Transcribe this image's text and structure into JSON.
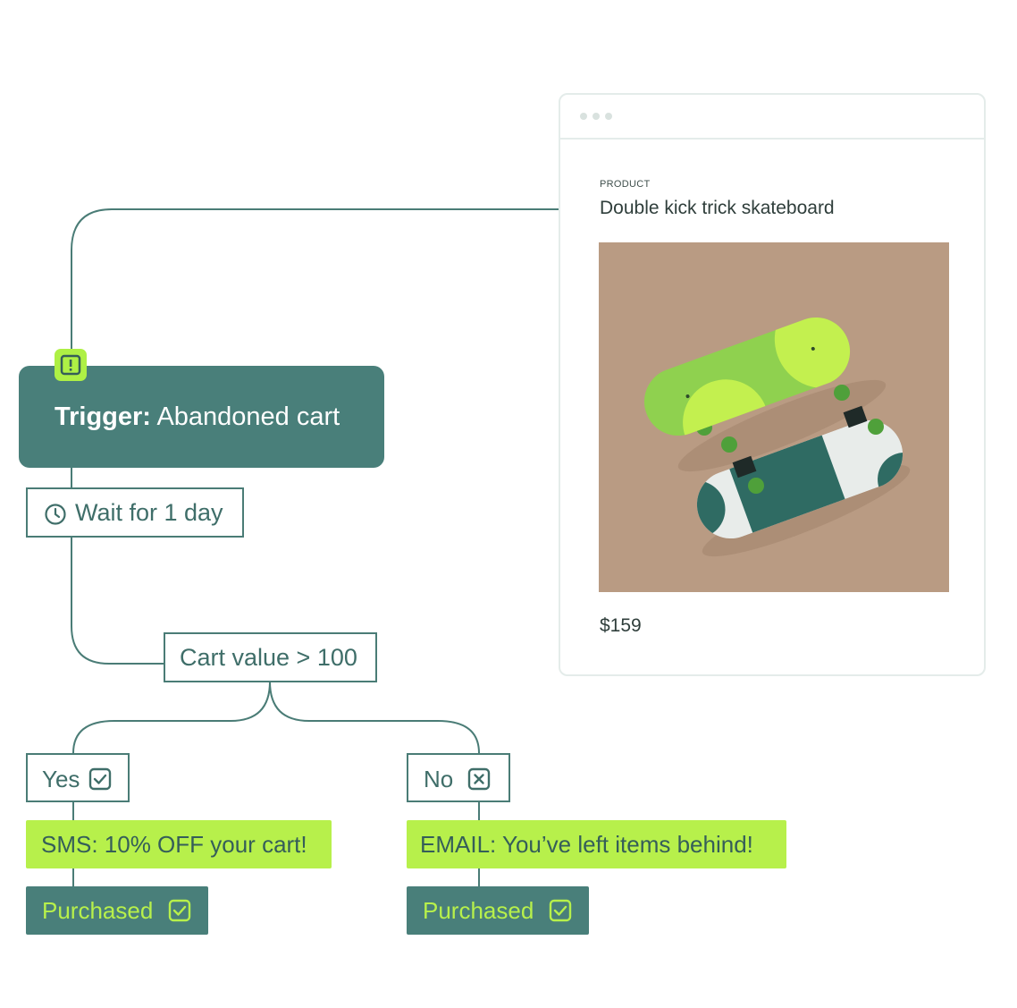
{
  "product_card": {
    "eyebrow": "PRODUCT",
    "title": "Double kick trick skateboard",
    "price": "$159",
    "image_icon": "skateboards-image"
  },
  "trigger": {
    "label": "Trigger:",
    "value": "Abandoned cart",
    "icon": "alert-icon"
  },
  "wait": {
    "label": "Wait for 1 day",
    "icon": "clock-icon"
  },
  "condition": {
    "label": "Cart value > 100"
  },
  "branches": {
    "yes": {
      "label": "Yes",
      "icon": "checkbox-checked-icon"
    },
    "no": {
      "label": "No",
      "icon": "checkbox-x-icon"
    }
  },
  "actions": {
    "yes_action": "SMS: 10% OFF your cart!",
    "no_action": "EMAIL: You’ve left items behind!",
    "yes_outcome": "Purchased",
    "no_outcome": "Purchased"
  },
  "colors": {
    "teal": "#497f7a",
    "lime": "#b7f04b",
    "line": "#4a7c76"
  }
}
